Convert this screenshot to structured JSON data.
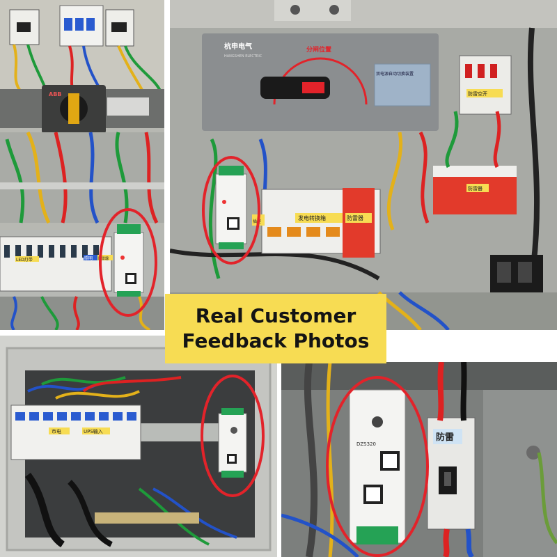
{
  "banner": {
    "line1": "Real Customer",
    "line2": "Feedback Photos",
    "background": "#f7dc53"
  },
  "colors": {
    "highlight_circle": "#e2232a",
    "panel_gray": "#a7aaa5",
    "breaker_white": "#efefec",
    "spd_red": "#e23a2b",
    "din_rail": "#b9bcb8",
    "device_green_terminal": "#25a255"
  },
  "photo1": {
    "breaker_label_1": "LED灯带",
    "breaker_label_2": "照明",
    "breaker_label_3": "防雷器",
    "main_switch_brand": "ABB"
  },
  "photo2": {
    "brand_name": "杭申电气",
    "brand_name_en": "HANGSHEN ELECTRIC",
    "dial_label": "分闸位置",
    "nameplate": "双电源自动切换装置",
    "label_generator_switch": "发电转换箱",
    "label_lightning": "防雷器",
    "label_spd_switch": "防雷空开",
    "label_spd": "防雷器",
    "label_outlet": "插座"
  },
  "photo3": {
    "breaker_label_1": "市电",
    "breaker_label_2": "UPS输入"
  },
  "photo4": {
    "device_model": "DZS320",
    "spd_label": "防雷"
  }
}
